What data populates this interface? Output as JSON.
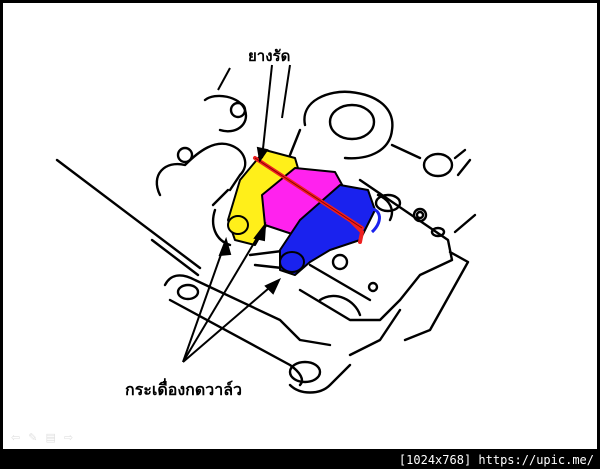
{
  "diagram": {
    "labels": {
      "rubber_band": "ยางรัด",
      "rocker_arms": "กระเดื่องกดวาล์ว"
    },
    "parts": [
      {
        "name": "yellow-rocker-arm",
        "color": "#FFEF1A"
      },
      {
        "name": "magenta-rocker-arm",
        "color": "#FF22EE"
      },
      {
        "name": "blue-rocker-arm",
        "color": "#1A22EE"
      },
      {
        "name": "red-rubber-band",
        "color": "#EE2020"
      }
    ],
    "line_color": "#000000"
  },
  "slide_nav": {
    "icons": [
      "back-arrow-icon",
      "pen-icon",
      "menu-icon",
      "forward-arrow-icon"
    ],
    "glyphs": [
      "⇦",
      "✎",
      "▤",
      "⇨"
    ]
  },
  "watermark": "[1024x768] https://upic.me/"
}
